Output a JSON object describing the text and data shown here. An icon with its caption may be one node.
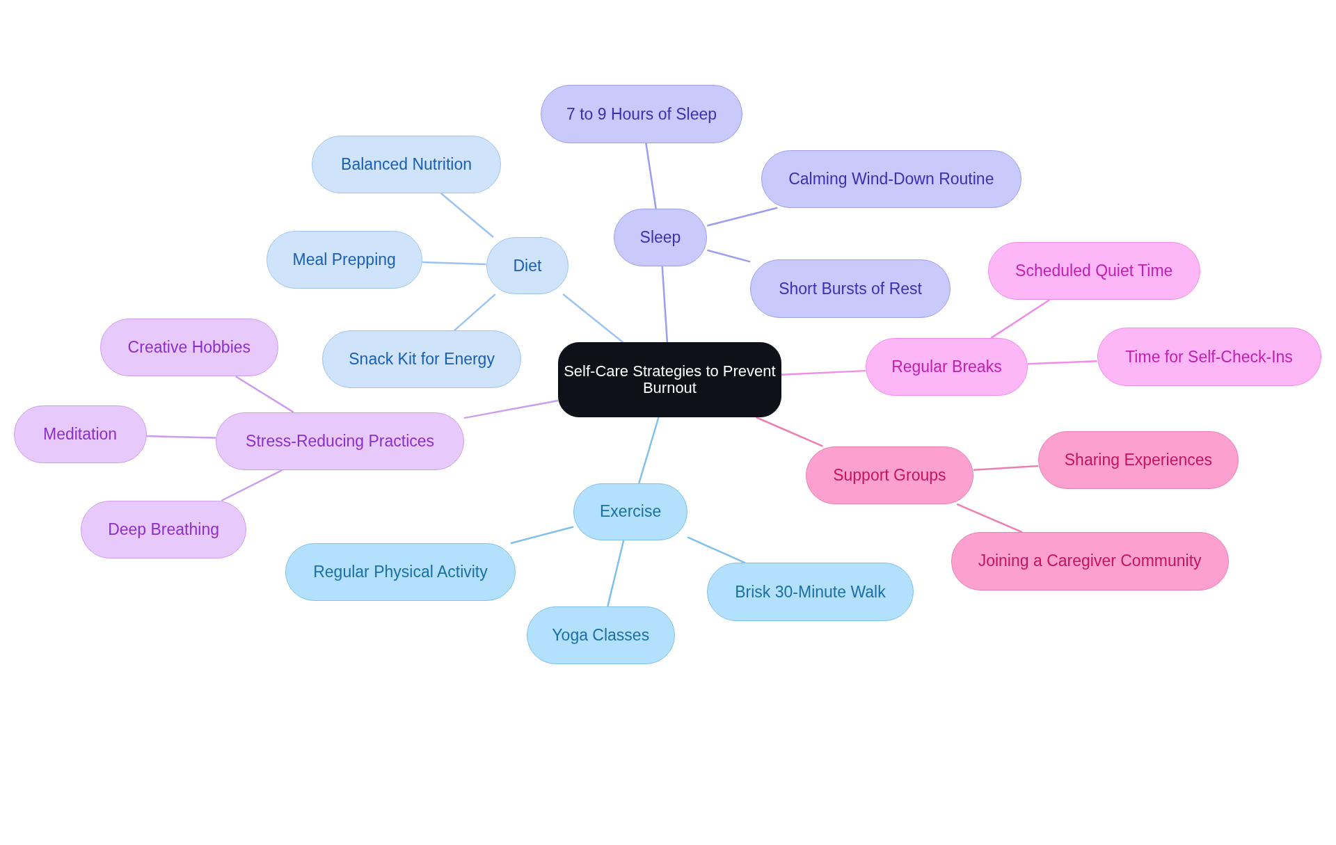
{
  "diagram": {
    "nodes": [
      {
        "text": [
          "Self-Care Strategies to Prevent Burnout"
        ]
      },
      {
        "text": [
          "Diet"
        ]
      },
      {
        "text": [
          "Balanced Nutrition"
        ]
      },
      {
        "text": [
          "Meal Prepping"
        ]
      },
      {
        "text": [
          "Snack Kit for Energy"
        ]
      },
      {
        "text": [
          "Sleep"
        ]
      },
      {
        "text": [
          "7 to 9 Hours of Sleep"
        ]
      },
      {
        "text": [
          "Calming Wind-Down Routine"
        ]
      },
      {
        "text": [
          "Short Bursts of Rest"
        ]
      },
      {
        "text": [
          "Regular Breaks"
        ]
      },
      {
        "text": [
          "Scheduled Quiet Time"
        ]
      },
      {
        "text": [
          "Time for Self-Check-Ins"
        ]
      },
      {
        "text": [
          "Support Groups"
        ]
      },
      {
        "text": [
          "Sharing Experiences"
        ]
      },
      {
        "text": [
          "Joining a Caregiver Community"
        ]
      },
      {
        "text": [
          "Exercise"
        ]
      },
      {
        "text": [
          "Regular Physical Activity"
        ]
      },
      {
        "text": [
          "Yoga Classes"
        ]
      },
      {
        "text": [
          "Brisk 30-Minute Walk"
        ]
      },
      {
        "text": [
          "Stress-Reducing Practices"
        ]
      },
      {
        "text": [
          "Creative Hobbies"
        ]
      },
      {
        "text": [
          "Meditation"
        ]
      },
      {
        "text": [
          "Deep Breathing"
        ]
      }
    ],
    "edges": [
      {
        "from": 0,
        "to": 1,
        "arrow": "none",
        "color": "#9cc4f0"
      },
      {
        "from": 1,
        "to": 2,
        "arrow": "none",
        "color": "#9cc4f0"
      },
      {
        "from": 1,
        "to": 3,
        "arrow": "none",
        "color": "#9cc4f0"
      },
      {
        "from": 1,
        "to": 4,
        "arrow": "none",
        "color": "#9cc4f0"
      },
      {
        "from": 0,
        "to": 5,
        "arrow": "none",
        "color": "#9c9cf0"
      },
      {
        "from": 5,
        "to": 6,
        "arrow": "none",
        "color": "#9c9cf0"
      },
      {
        "from": 5,
        "to": 7,
        "arrow": "none",
        "color": "#9c9cf0"
      },
      {
        "from": 5,
        "to": 8,
        "arrow": "none",
        "color": "#9c9cf0"
      },
      {
        "from": 0,
        "to": 9,
        "arrow": "none",
        "color": "#f08de6"
      },
      {
        "from": 9,
        "to": 10,
        "arrow": "none",
        "color": "#f08de6"
      },
      {
        "from": 9,
        "to": 11,
        "arrow": "none",
        "color": "#f08de6"
      },
      {
        "from": 0,
        "to": 12,
        "arrow": "none",
        "color": "#ea7fb0"
      },
      {
        "from": 12,
        "to": 13,
        "arrow": "none",
        "color": "#ea7fb0"
      },
      {
        "from": 12,
        "to": 14,
        "arrow": "none",
        "color": "#ea7fb0"
      },
      {
        "from": 0,
        "to": 15,
        "arrow": "none",
        "color": "#80c0ea"
      },
      {
        "from": 15,
        "to": 16,
        "arrow": "none",
        "color": "#80c0ea"
      },
      {
        "from": 15,
        "to": 17,
        "arrow": "none",
        "color": "#80c0ea"
      },
      {
        "from": 15,
        "to": 18,
        "arrow": "none",
        "color": "#80c0ea"
      },
      {
        "from": 0,
        "to": 19,
        "arrow": "none",
        "color": "#cc9cef"
      },
      {
        "from": 19,
        "to": 20,
        "arrow": "none",
        "color": "#cc9cef"
      },
      {
        "from": 19,
        "to": 21,
        "arrow": "none",
        "color": "#cc9cef"
      },
      {
        "from": 19,
        "to": 22,
        "arrow": "none",
        "color": "#cc9cef"
      }
    ]
  }
}
